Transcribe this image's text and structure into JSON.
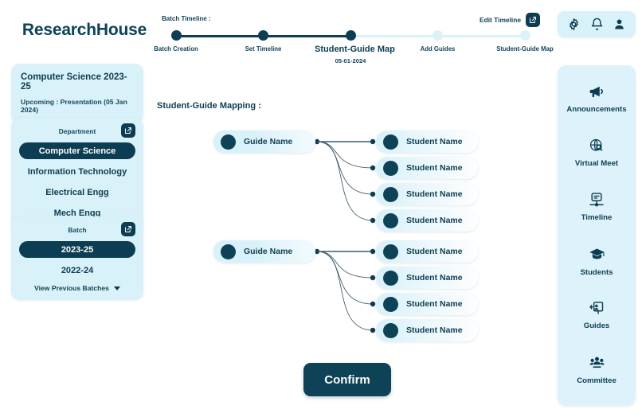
{
  "app": {
    "brand": "ResearchHouse",
    "background": "#ffffff",
    "accent_dark": "#0d3d52",
    "accent_light": "#d9f1f9"
  },
  "sidebar": {
    "info_card": {
      "title": "Computer Science 2023-25",
      "subtitle": "Upcoming : Presentation (05 Jan 2024)"
    },
    "department": {
      "heading": "Department",
      "edit_icon": "edit-square-icon",
      "options": [
        {
          "label": "Computer Science",
          "selected": true
        },
        {
          "label": "Information Technology",
          "selected": false
        },
        {
          "label": "Electrical Engg",
          "selected": false
        },
        {
          "label": "Mech Engg",
          "selected": false
        }
      ]
    },
    "batch": {
      "heading": "Batch",
      "edit_icon": "edit-square-icon",
      "options": [
        {
          "label": "2023-25",
          "selected": true
        },
        {
          "label": "2022-24",
          "selected": false
        }
      ],
      "view_previous": "View Previous Batches",
      "caret_icon": "chevron-down-icon"
    }
  },
  "stepper": {
    "label": "Batch Timeline :",
    "edit_label": "Edit Timeline",
    "edit_icon": "edit-square-icon",
    "steps": [
      {
        "label": "Batch Creation",
        "state": "active",
        "current": false,
        "date": ""
      },
      {
        "label": "Set Timeline",
        "state": "active",
        "current": false,
        "date": ""
      },
      {
        "label": "Student-Guide Map",
        "state": "active",
        "current": true,
        "date": "05-01-2024"
      },
      {
        "label": "Add Guides",
        "state": "inactive",
        "current": false,
        "date": ""
      },
      {
        "label": "Student-Guide Map",
        "state": "inactive",
        "current": false,
        "date": ""
      }
    ]
  },
  "main": {
    "title": "Student-Guide Mapping :",
    "groups": [
      {
        "guide": {
          "label": "Guide Name",
          "avatar_icon": "avatar-circle-icon"
        },
        "students": [
          {
            "label": "Student Name",
            "avatar_icon": "avatar-circle-icon"
          },
          {
            "label": "Student Name",
            "avatar_icon": "avatar-circle-icon"
          },
          {
            "label": "Student Name",
            "avatar_icon": "avatar-circle-icon"
          },
          {
            "label": "Student Name",
            "avatar_icon": "avatar-circle-icon"
          }
        ]
      },
      {
        "guide": {
          "label": "Guide Name",
          "avatar_icon": "avatar-circle-icon"
        },
        "students": [
          {
            "label": "Student Name",
            "avatar_icon": "avatar-circle-icon"
          },
          {
            "label": "Student Name",
            "avatar_icon": "avatar-circle-icon"
          },
          {
            "label": "Student Name",
            "avatar_icon": "avatar-circle-icon"
          },
          {
            "label": "Student Name",
            "avatar_icon": "avatar-circle-icon"
          }
        ]
      }
    ],
    "confirm_label": "Confirm"
  },
  "topbar": {
    "icons": [
      "gear-icon",
      "bell-icon",
      "user-icon"
    ]
  },
  "rightnav": {
    "items": [
      {
        "label": "Announcements",
        "icon": "megaphone-icon"
      },
      {
        "label": "Virtual Meet",
        "icon": "globe-search-icon"
      },
      {
        "label": "Timeline",
        "icon": "timeline-icon"
      },
      {
        "label": "Students",
        "icon": "graduation-cap-icon"
      },
      {
        "label": "Guides",
        "icon": "presenter-icon"
      },
      {
        "label": "Committee",
        "icon": "people-group-icon"
      }
    ]
  }
}
